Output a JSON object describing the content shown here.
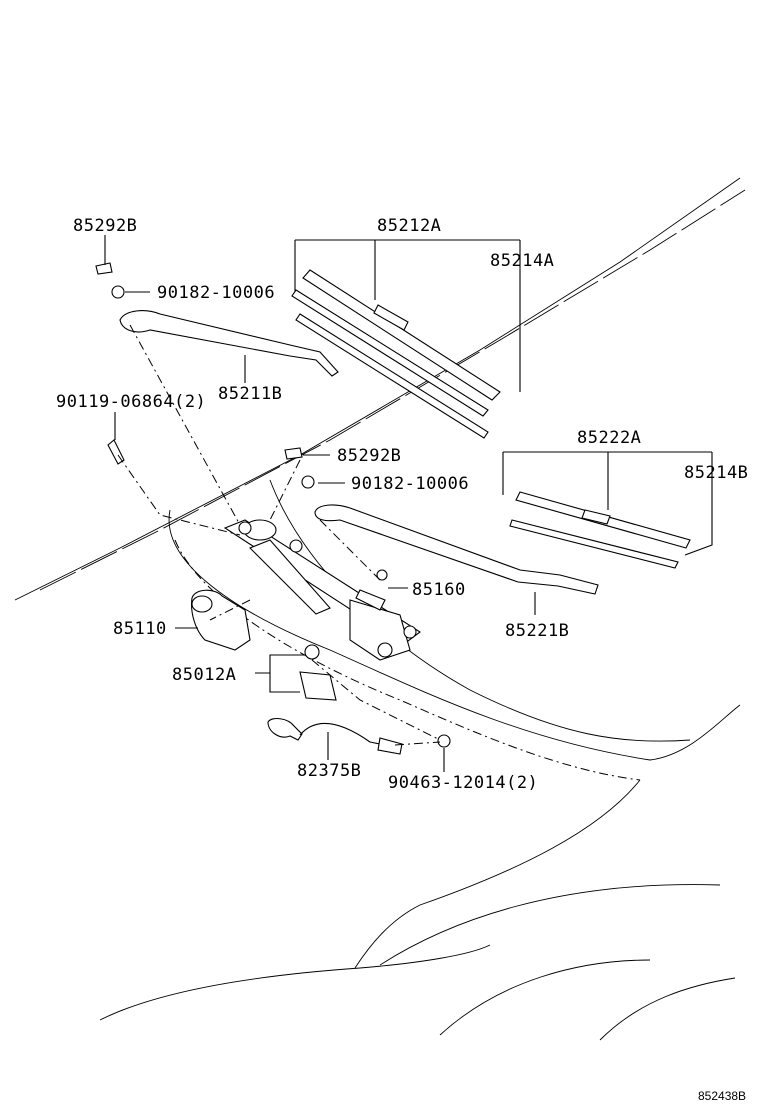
{
  "labels": {
    "p85292B_top": "85292B",
    "p90182_top": "90182-10006",
    "p85212A": "85212A",
    "p85214A": "85214A",
    "p85211B": "85211B",
    "p90119": "90119-06864(2)",
    "p85292B_mid": "85292B",
    "p90182_mid": "90182-10006",
    "p85222A": "85222A",
    "p85214B": "85214B",
    "p85160": "85160",
    "p85110": "85110",
    "p85221B": "85221B",
    "p85012A": "85012A",
    "p82375B": "82375B",
    "p90463": "90463-12014(2)"
  },
  "figure_code": "852438B"
}
